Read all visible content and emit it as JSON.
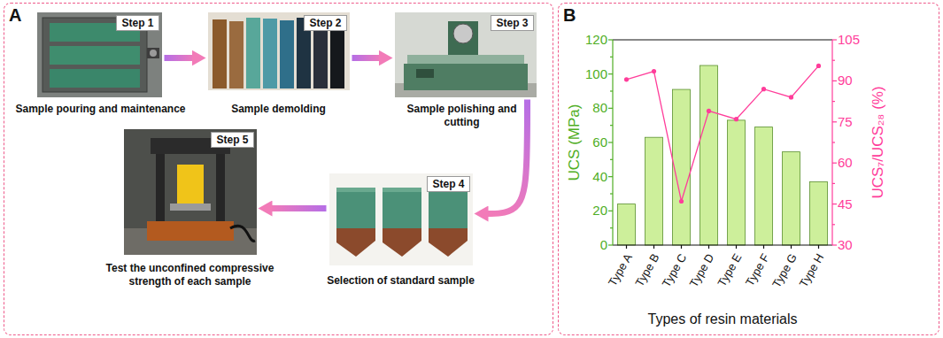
{
  "diagram": {
    "nodes": [
      {
        "text": [
          "A"
        ]
      },
      {
        "text": [
          "Step 1",
          "Sample pouring and maintenance"
        ],
        "in": 0
      },
      {
        "text": [
          "Step 2",
          "Sample demolding"
        ],
        "in": 0
      },
      {
        "text": [
          "Step 3",
          "Sample polishing and cutting"
        ],
        "in": 0
      },
      {
        "text": [
          "Step 4",
          "Selection of standard sample"
        ],
        "in": 0
      },
      {
        "text": [
          "Step 5",
          "Test the unconfined compressive strength of each sample"
        ],
        "in": 0
      },
      {
        "text": [
          "B"
        ]
      }
    ],
    "edges": [
      {
        "from": 1,
        "to": 2,
        "arrow": "to"
      },
      {
        "from": 2,
        "to": 3,
        "arrow": "to"
      },
      {
        "from": 3,
        "to": 4,
        "arrow": "to"
      },
      {
        "from": 4,
        "to": 5,
        "arrow": "to"
      }
    ],
    "labels": [
      "0",
      "20",
      "40",
      "60",
      "80",
      "100",
      "120",
      "30",
      "45",
      "60",
      "75",
      "90",
      "105",
      "UCS (MPa)",
      "UCS₇/UCS₂₈ (%)",
      "Type A",
      "Type B",
      "Type C",
      "Type D",
      "Type E",
      "Type F",
      "Type G",
      "Type H",
      "Types of resin materials"
    ]
  }
}
